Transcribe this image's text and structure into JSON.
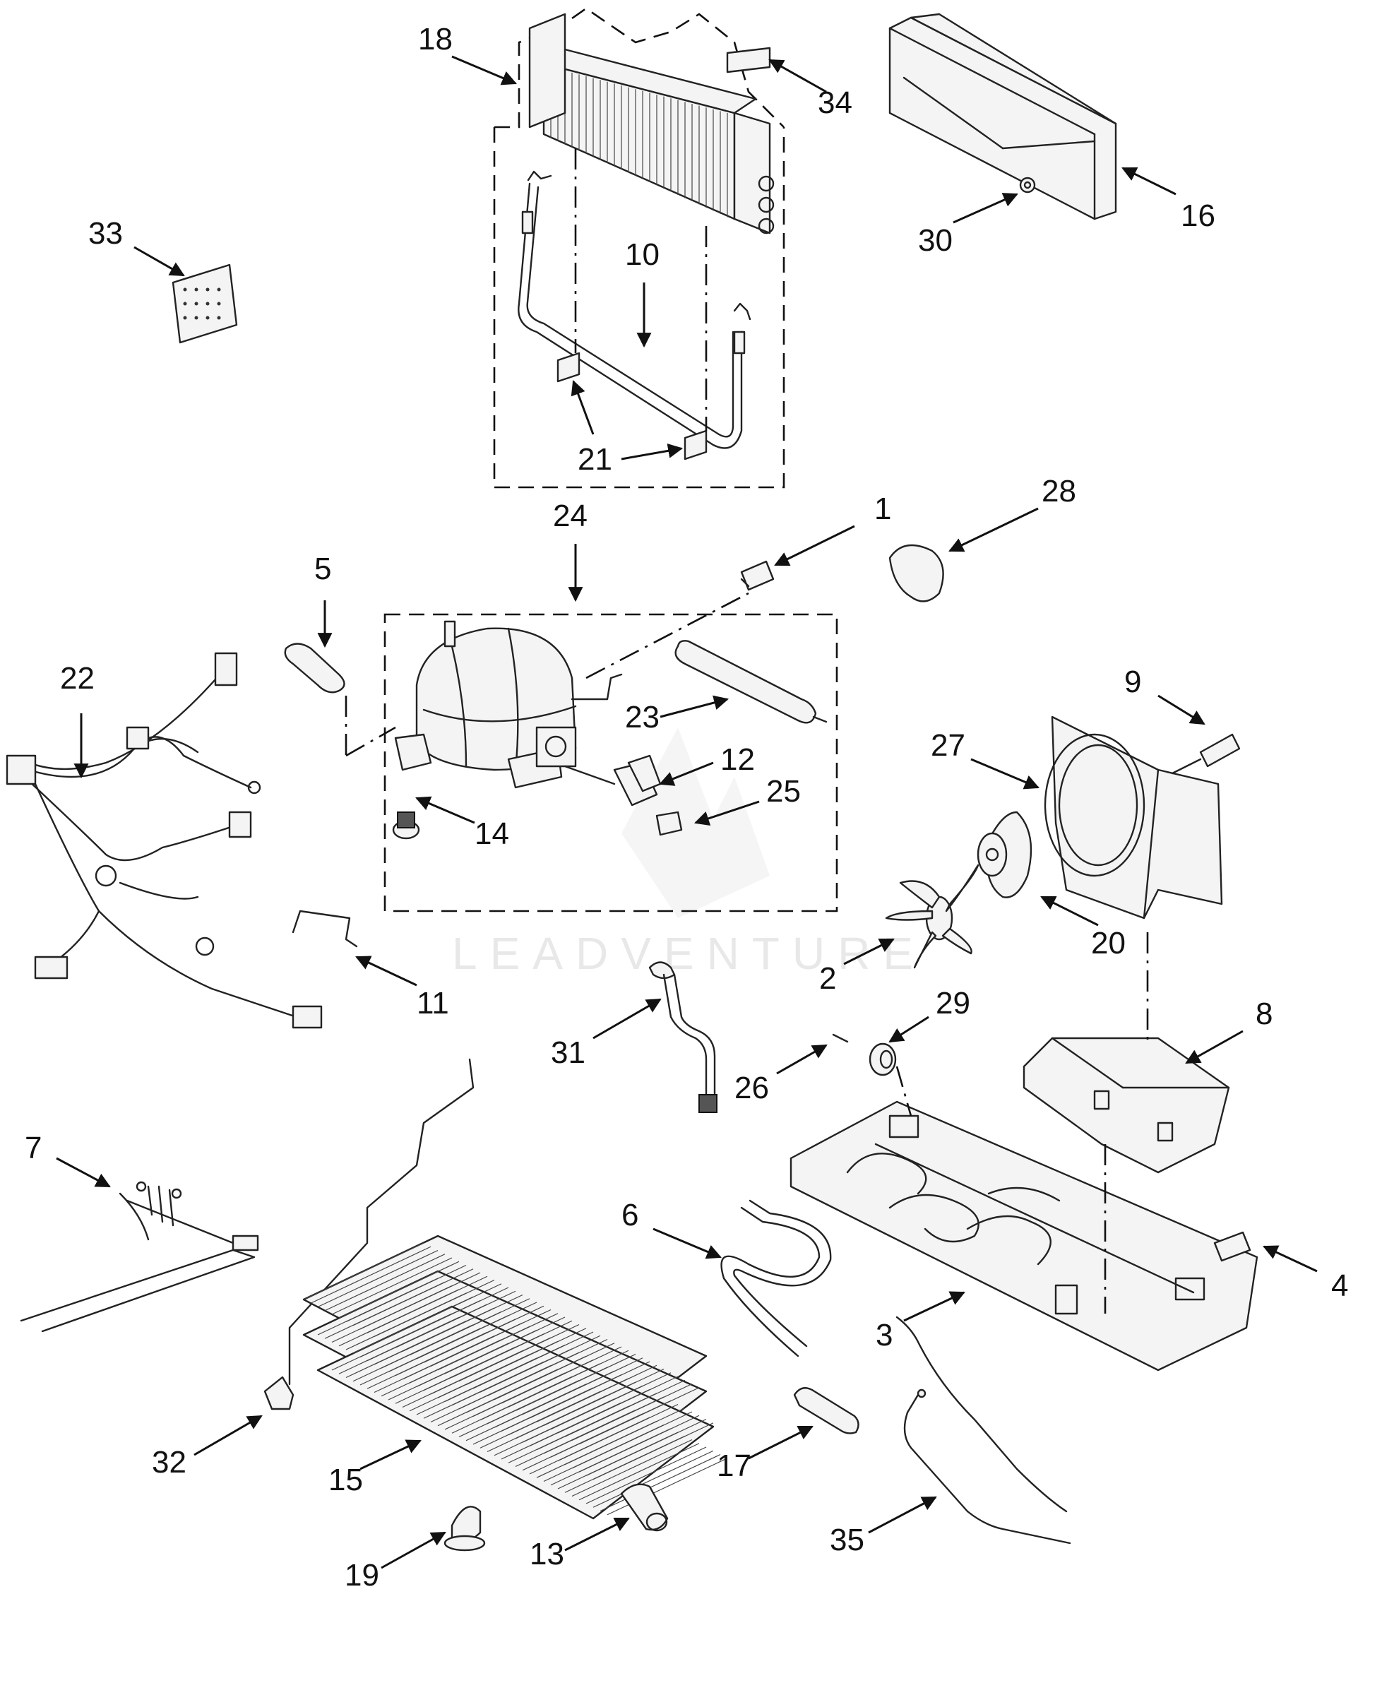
{
  "watermark": "LEADVENTURE",
  "callouts": [
    {
      "id": "1",
      "label": "1"
    },
    {
      "id": "2",
      "label": "2"
    },
    {
      "id": "3",
      "label": "3"
    },
    {
      "id": "4",
      "label": "4"
    },
    {
      "id": "5",
      "label": "5"
    },
    {
      "id": "6",
      "label": "6"
    },
    {
      "id": "7",
      "label": "7"
    },
    {
      "id": "8",
      "label": "8"
    },
    {
      "id": "9",
      "label": "9"
    },
    {
      "id": "10",
      "label": "10"
    },
    {
      "id": "11",
      "label": "11"
    },
    {
      "id": "12",
      "label": "12"
    },
    {
      "id": "13",
      "label": "13"
    },
    {
      "id": "14",
      "label": "14"
    },
    {
      "id": "15",
      "label": "15"
    },
    {
      "id": "16",
      "label": "16"
    },
    {
      "id": "17",
      "label": "17"
    },
    {
      "id": "18",
      "label": "18"
    },
    {
      "id": "19",
      "label": "19"
    },
    {
      "id": "20",
      "label": "20"
    },
    {
      "id": "21",
      "label": "21"
    },
    {
      "id": "22",
      "label": "22"
    },
    {
      "id": "23",
      "label": "23"
    },
    {
      "id": "24",
      "label": "24"
    },
    {
      "id": "25",
      "label": "25"
    },
    {
      "id": "26",
      "label": "26"
    },
    {
      "id": "27",
      "label": "27"
    },
    {
      "id": "28",
      "label": "28"
    },
    {
      "id": "29",
      "label": "29"
    },
    {
      "id": "30",
      "label": "30"
    },
    {
      "id": "31",
      "label": "31"
    },
    {
      "id": "32",
      "label": "32"
    },
    {
      "id": "33",
      "label": "33"
    },
    {
      "id": "34",
      "label": "34"
    },
    {
      "id": "35",
      "label": "35"
    }
  ]
}
